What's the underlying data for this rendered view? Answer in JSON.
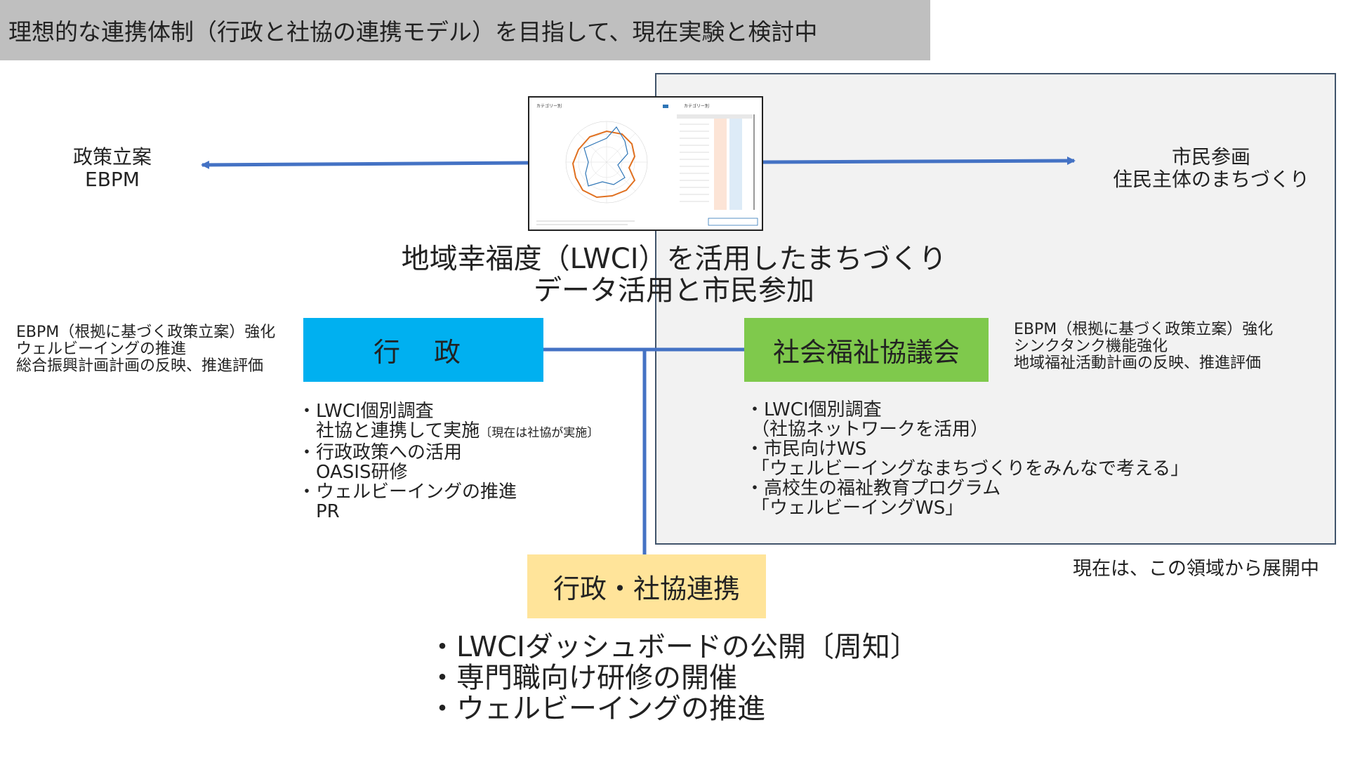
{
  "title_bar": "理想的な連携体制（行政と社協の連携モデル）を目指して、現在実験と検討中",
  "policy_label": {
    "line1": "政策立案",
    "line2": "EBPM"
  },
  "citizen_label": {
    "line1": "市民参画",
    "line2": "住民主体のまちづくり"
  },
  "main_heading": {
    "line1": "地域幸福度（LWCI）を活用したまちづくり",
    "line2": "データ活用と市民参加"
  },
  "government": {
    "box_label": "行 政",
    "description": [
      "EBPM（根拠に基づく政策立案）強化",
      "ウェルビーイングの推進",
      "総合振興計画計画の反映、推進評価"
    ],
    "activities": [
      {
        "text": "・LWCI個別調査"
      },
      {
        "text": "　社協と連携して実施",
        "note": "〔現在は社協が実施〕"
      },
      {
        "text": "・行政政策への活用"
      },
      {
        "text": "　OASIS研修"
      },
      {
        "text": "・ウェルビーイングの推進"
      },
      {
        "text": "　PR"
      }
    ]
  },
  "shakyo": {
    "box_label": "社会福祉協議会",
    "description": [
      "EBPM（根拠に基づく政策立案）強化",
      "シンクタンク機能強化",
      "地域福祉活動計画の反映、推進評価"
    ],
    "activities": [
      "・LWCI個別調査",
      "（社協ネットワークを活用）",
      "・市民向けWS",
      "「ウェルビーイングなまちづくりをみんなで考える」",
      "・高校生の福祉教育プログラム",
      "「ウェルビーイングWS」"
    ]
  },
  "collaboration": {
    "box_label": "行政・社協連携",
    "activities": [
      "・LWCIダッシュボードの公開〔周知〕",
      "・専門職向け研修の開催",
      "・ウェルビーイングの推進"
    ]
  },
  "region_caption": "現在は、この領域から展開中",
  "dashboard_thumbnail": {
    "left_panel_title": "カテゴリー別",
    "right_panel_title": "カテゴリー別"
  },
  "colors": {
    "government": "#00b0f0",
    "shakyo": "#7fc94c",
    "collaboration": "#ffe49a",
    "connector": "#4472c4",
    "region_box": "#f2f2f2"
  }
}
